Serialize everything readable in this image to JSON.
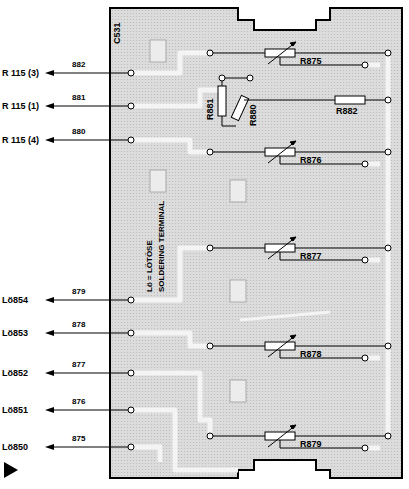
{
  "diagram": {
    "labels": [
      "C531",
      "R 115 (3)",
      "882",
      "R 115 (1)",
      "881",
      "R 115 (4)",
      "880",
      "Lö = LÖTÖSE",
      "SOLDERING TERMINAL",
      "Lö854",
      "879",
      "Lö853",
      "878",
      "Lö852",
      "877",
      "Lö851",
      "876",
      "Lö850",
      "875",
      "R875",
      "R881",
      "R880",
      "R882",
      "R876",
      "R877",
      "R878",
      "R879"
    ]
  }
}
